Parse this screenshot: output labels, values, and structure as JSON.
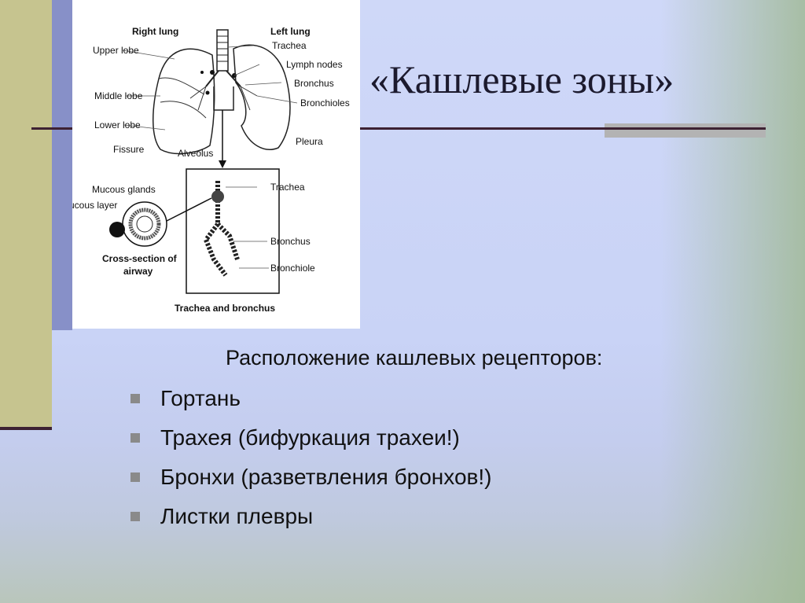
{
  "slide": {
    "title": "«Кашлевые зоны»",
    "subtitle": "Расположение кашлевых рецепторов:",
    "bullets": [
      "Гортань",
      "Трахея (бифуркация трахеи!)",
      "Бронхи (разветвления бронхов!)",
      "Листки плевры"
    ]
  },
  "diagram": {
    "labels": {
      "right_lung": "Right lung",
      "left_lung": "Left lung",
      "upper_lobe": "Upper lobe",
      "middle_lobe": "Middle lobe",
      "lower_lobe": "Lower lobe",
      "fissure": "Fissure",
      "alveolus": "Alveolus",
      "trachea": "Trachea",
      "lymph_nodes": "Lymph nodes",
      "bronchus": "Bronchus",
      "bronchioles": "Bronchioles",
      "pleura": "Pleura",
      "mucous_glands": "Mucous glands",
      "mucous_layer": "ucous layer",
      "trachea_2": "Trachea",
      "bronchus_2": "Bronchus",
      "bronchiole": "Bronchiole",
      "cross_section_1": "Cross-section of",
      "cross_section_2": "airway",
      "caption": "Trachea and bronchus"
    }
  },
  "colors": {
    "background_top": "#cfd8f8",
    "background_bottom": "#b9c6bb",
    "left_bar": "#c6c48f",
    "accent_strip": "#8790c8",
    "rule_line": "#3d2233",
    "bullet": "#8a8a8a"
  }
}
